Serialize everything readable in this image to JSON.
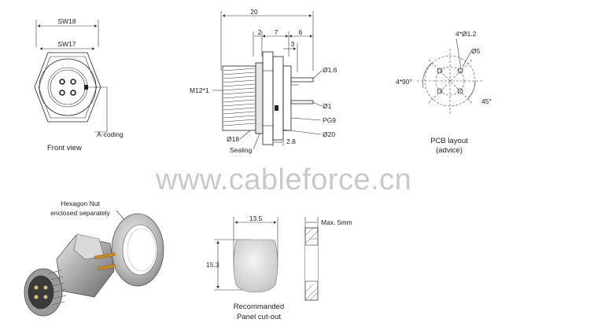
{
  "watermark": "www.cableforce.cn",
  "front_view": {
    "caption": "Front view",
    "sw_outer": "SW18",
    "sw_inner": "SW17",
    "coding": "A-coding"
  },
  "side_view": {
    "dim_20": "20",
    "dim_2": "2",
    "dim_7": "7",
    "dim_6": "6",
    "dim_3": "3",
    "thread": "M12*1",
    "pin_dia": "Ø1.6",
    "small_dia": "Ø1",
    "gland": "PG9",
    "body_dia": "Ø18",
    "sealing": "Sealing",
    "dim_2_8": "2.8",
    "flange_dia": "Ø20"
  },
  "pcb_layout": {
    "holes": "4*Ø1.2",
    "circle": "Ø5",
    "angle_spacing": "4*90°",
    "angle_offset": "45°",
    "caption_line1": "PCB layout",
    "caption_line2": "(advice)"
  },
  "photo": {
    "note_line1": "Hexagon Nut",
    "note_line2": "enclosed separately"
  },
  "cutout": {
    "width": "13.5",
    "height": "15.3",
    "caption_line1": "Recommanded",
    "caption_line2": "Panel cut-out"
  },
  "panel": {
    "max_thickness": "Max. 5mm"
  }
}
